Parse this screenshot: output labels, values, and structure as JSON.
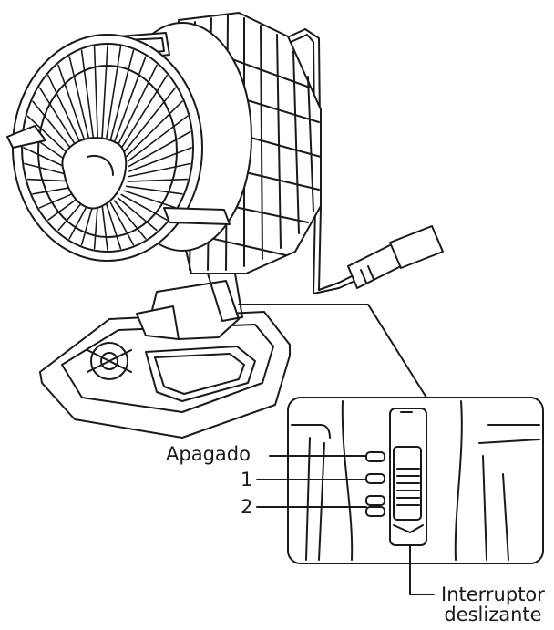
{
  "labels": {
    "off": "Apagado",
    "speed_1": "1",
    "speed_2": "2",
    "slide_switch_line1": "Interruptor",
    "slide_switch_line2": "deslizante"
  },
  "colors": {
    "line": "#1a1a1a",
    "fill": "#ffffff"
  }
}
